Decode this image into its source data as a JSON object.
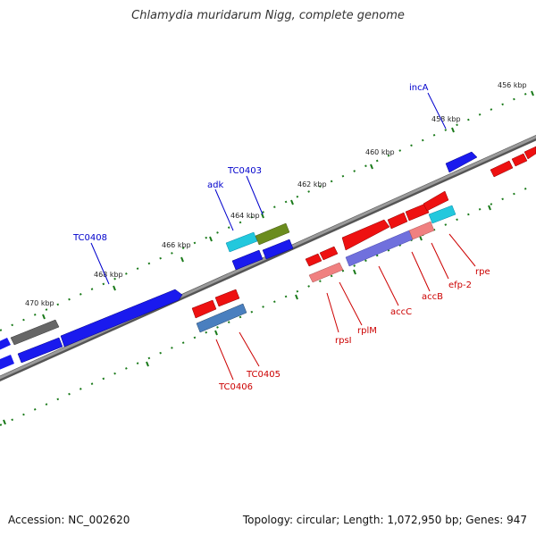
{
  "title": "Chlamydia muridarum Nigg, complete genome",
  "footer": {
    "accession": "Accession: NC_002620",
    "summary": "Topology: circular; Length: 1,072,950 bp; Genes: 947"
  },
  "ruler": {
    "labels": [
      "456 kbp",
      "458 kbp",
      "460 kbp",
      "462 kbp",
      "464 kbp",
      "466 kbp",
      "468 kbp",
      "470 kbp"
    ]
  },
  "gene_labels": {
    "inca": "incA",
    "tc0403": "TC0403",
    "adk": "adk",
    "tc0408": "TC0408",
    "rpe": "rpe",
    "efp2": "efp-2",
    "accb": "accB",
    "accc": "accC",
    "rplm": "rplM",
    "rpsi": "rpsI",
    "tc0405": "TC0405",
    "tc0406": "TC0406"
  },
  "colors": {
    "forward_label": "#0000cc",
    "reverse_label": "#cc0000",
    "backbone": "#888888",
    "tick": "#1a7a1a",
    "blue": "#1a1aee",
    "red": "#ee1111",
    "pink": "#f08080",
    "cyan": "#22c8dd",
    "olive": "#6b8c1e",
    "gray": "#666666",
    "slate": "#4a7fbf",
    "purple": "#7070dd"
  }
}
